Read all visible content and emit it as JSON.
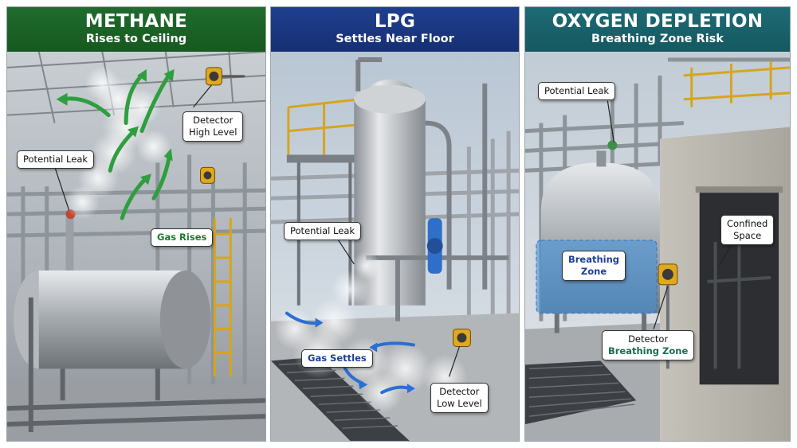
{
  "panels": {
    "methane": {
      "title": "METHANE",
      "subtitle": "Rises to Ceiling",
      "callouts": {
        "detector_line1": "Detector",
        "detector_line2": "High Level",
        "leak": "Potential Leak",
        "gas": "Gas Rises"
      },
      "header_color": "#1f6b2e"
    },
    "lpg": {
      "title": "LPG",
      "subtitle": "Settles Near Floor",
      "callouts": {
        "leak": "Potential Leak",
        "gas": "Gas Settles",
        "detector_line1": "Detector",
        "detector_line2": "Low Level"
      },
      "header_color": "#1f3f8f"
    },
    "oxygen": {
      "title": "OXYGEN DEPLETION",
      "subtitle": "Breathing Zone Risk",
      "callouts": {
        "leak": "Potential Leak",
        "zone_line1": "Breathing",
        "zone_line2": "Zone",
        "space_line1": "Confined",
        "space_line2": "Space",
        "detector_line1": "Detector",
        "detector_line2": "Breathing Zone"
      },
      "header_color": "#1d6b75"
    }
  },
  "icons": [
    "gas-detector-icon",
    "rising-arrow-icon",
    "settling-arrow-icon"
  ],
  "accent_colors": {
    "rise_arrow": "#2e9e3e",
    "settle_arrow": "#2a6fd1",
    "breathing_zone": "#3b8fe0",
    "detector": "#e0a81c"
  }
}
